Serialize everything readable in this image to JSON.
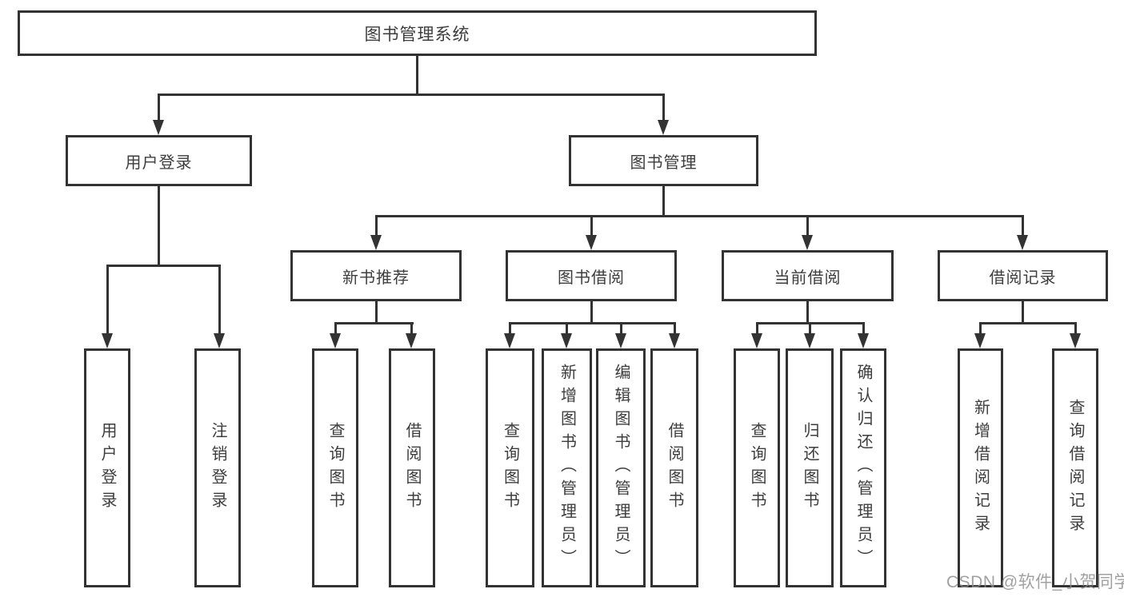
{
  "colors": {
    "line": "#333333",
    "text": "#3d3d3d",
    "background": "#ffffff",
    "watermark": "#8c8c8c"
  },
  "tree": {
    "root": {
      "label": "图书管理系统"
    },
    "branches": [
      {
        "label": "用户登录",
        "children": [
          {
            "label": "用户登录"
          },
          {
            "label": "注销登录"
          }
        ]
      },
      {
        "label": "图书管理",
        "children": [
          {
            "label": "新书推荐",
            "children": [
              {
                "label": "查询图书"
              },
              {
                "label": "借阅图书"
              }
            ]
          },
          {
            "label": "图书借阅",
            "children": [
              {
                "label": "查询图书"
              },
              {
                "label": "新增图书（管理员）"
              },
              {
                "label": "编辑图书（管理员）"
              },
              {
                "label": "借阅图书"
              }
            ]
          },
          {
            "label": "当前借阅",
            "children": [
              {
                "label": "查询图书"
              },
              {
                "label": "归还图书"
              },
              {
                "label": "确认归还（管理员）"
              }
            ]
          },
          {
            "label": "借阅记录",
            "children": [
              {
                "label": "新增借阅记录"
              },
              {
                "label": "查询借阅记录"
              }
            ]
          }
        ]
      }
    ]
  },
  "watermark": {
    "text": "CSDN @软件_小贺同学"
  }
}
